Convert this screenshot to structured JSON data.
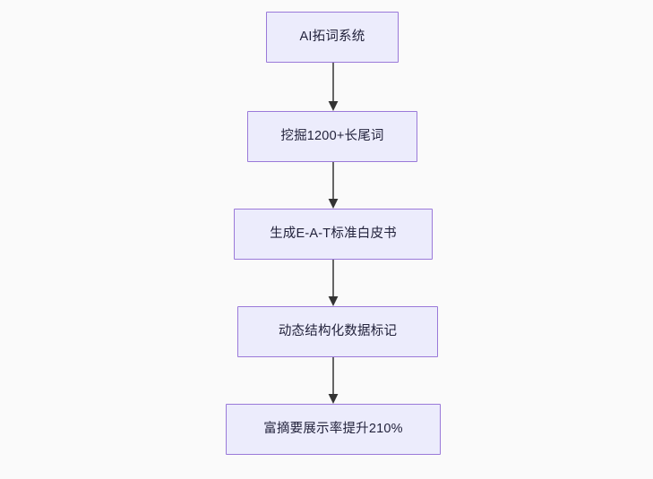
{
  "diagram": {
    "type": "flowchart",
    "orientation": "top-to-bottom",
    "background_color": "#fafafa",
    "node_fill_color": "#ececfc",
    "node_border_color": "#9a79d9",
    "node_text_color": "#22223b",
    "edge_color": "#666666",
    "nodes": [
      {
        "id": "n1",
        "label": "AI拓词系统"
      },
      {
        "id": "n2",
        "label": "挖掘1200+长尾词"
      },
      {
        "id": "n3",
        "label": "生成E-A-T标准白皮书"
      },
      {
        "id": "n4",
        "label": "动态结构化数据标记"
      },
      {
        "id": "n5",
        "label": "富摘要展示率提升210%"
      }
    ],
    "edges": [
      {
        "from": "n1",
        "to": "n2",
        "label": ""
      },
      {
        "from": "n2",
        "to": "n3",
        "label": ""
      },
      {
        "from": "n3",
        "to": "n4",
        "label": ""
      },
      {
        "from": "n4",
        "to": "n5",
        "label": ""
      }
    ]
  }
}
